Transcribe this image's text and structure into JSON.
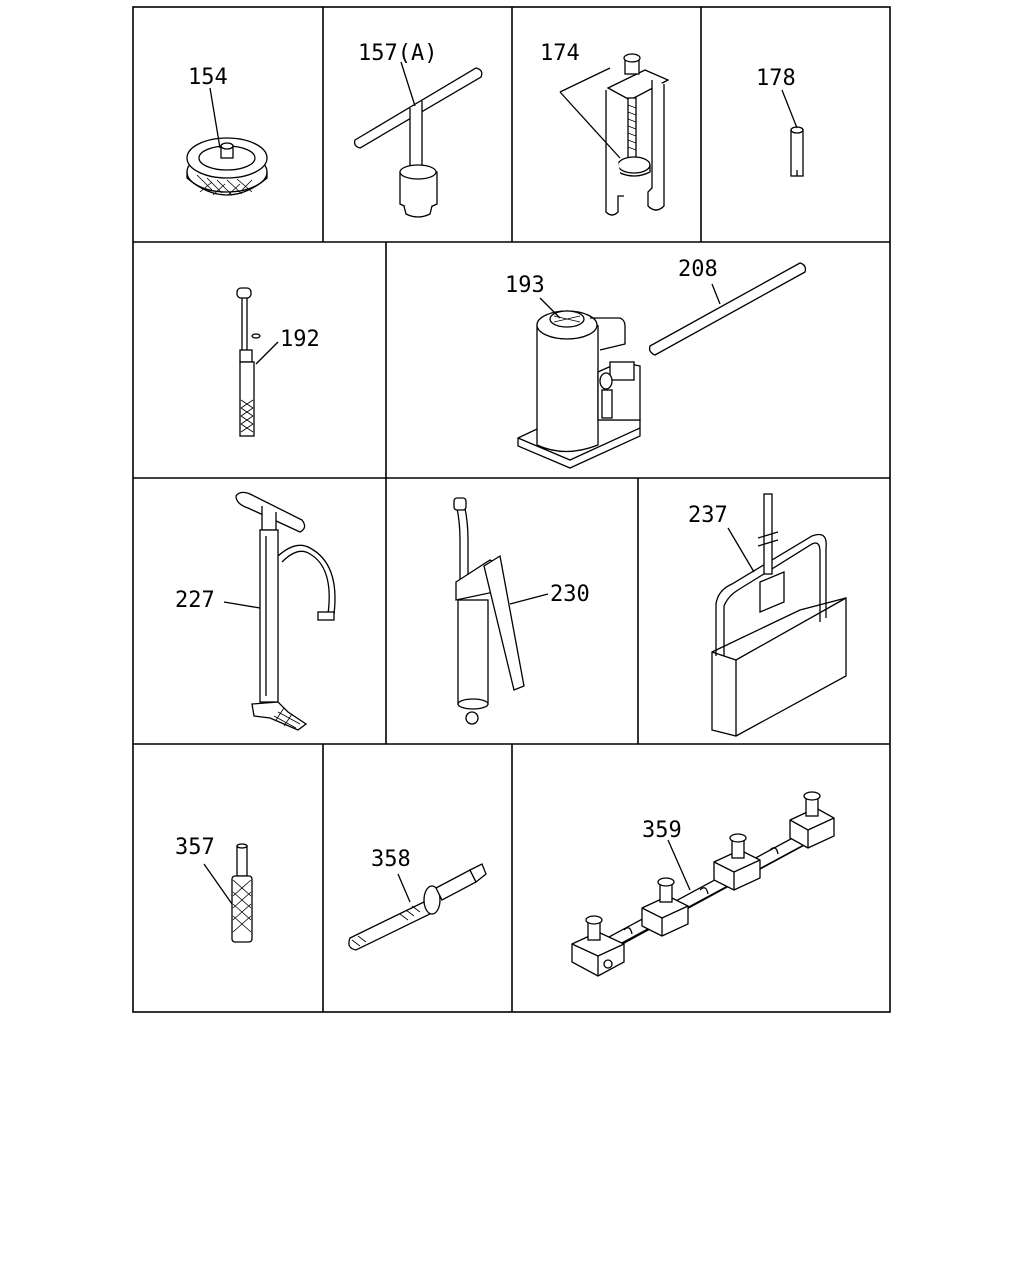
{
  "parts": [
    {
      "id": "p154",
      "label": "154",
      "name": "disc-tool"
    },
    {
      "id": "p157",
      "label": "157(A)",
      "name": "t-handle-tool"
    },
    {
      "id": "p174",
      "label": "174",
      "name": "puller-tool"
    },
    {
      "id": "p178",
      "label": "178",
      "name": "pin-tool"
    },
    {
      "id": "p192",
      "label": "192",
      "name": "probe-tool"
    },
    {
      "id": "p193",
      "label": "193",
      "name": "hydraulic-jack"
    },
    {
      "id": "p208",
      "label": "208",
      "name": "jack-handle-bar"
    },
    {
      "id": "p227",
      "label": "227",
      "name": "foot-air-pump"
    },
    {
      "id": "p230",
      "label": "230",
      "name": "grease-gun"
    },
    {
      "id": "p237",
      "label": "237",
      "name": "tool-bag"
    },
    {
      "id": "p357",
      "label": "357",
      "name": "drift-tool"
    },
    {
      "id": "p358",
      "label": "358",
      "name": "installer-tool"
    },
    {
      "id": "p359",
      "label": "359",
      "name": "alignment-bar-fixture"
    }
  ]
}
